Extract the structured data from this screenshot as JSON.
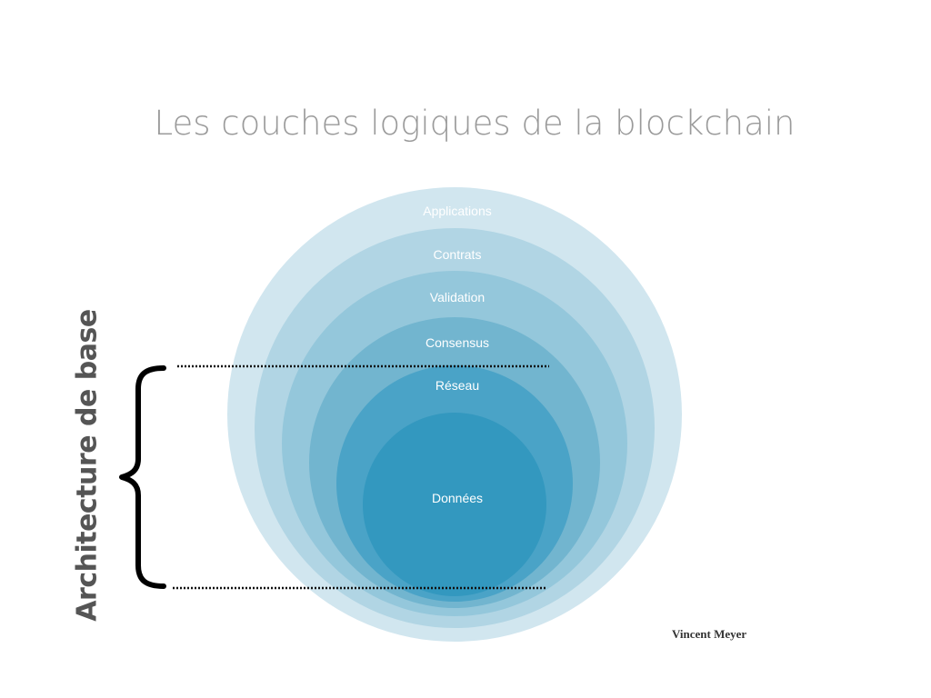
{
  "title": "Les couches logiques de la blockchain",
  "layers": [
    {
      "label": "Applications",
      "color": "#d1e6ef"
    },
    {
      "label": "Contrats",
      "color": "#b1d5e4"
    },
    {
      "label": "Validation",
      "color": "#94c7db"
    },
    {
      "label": "Consensus",
      "color": "#72b5cf"
    },
    {
      "label": "Réseau",
      "color": "#4aa3c7"
    },
    {
      "label": "Données",
      "color": "#3398bf"
    }
  ],
  "bracket_label": "Architecture de base",
  "author": "Vincent Meyer"
}
